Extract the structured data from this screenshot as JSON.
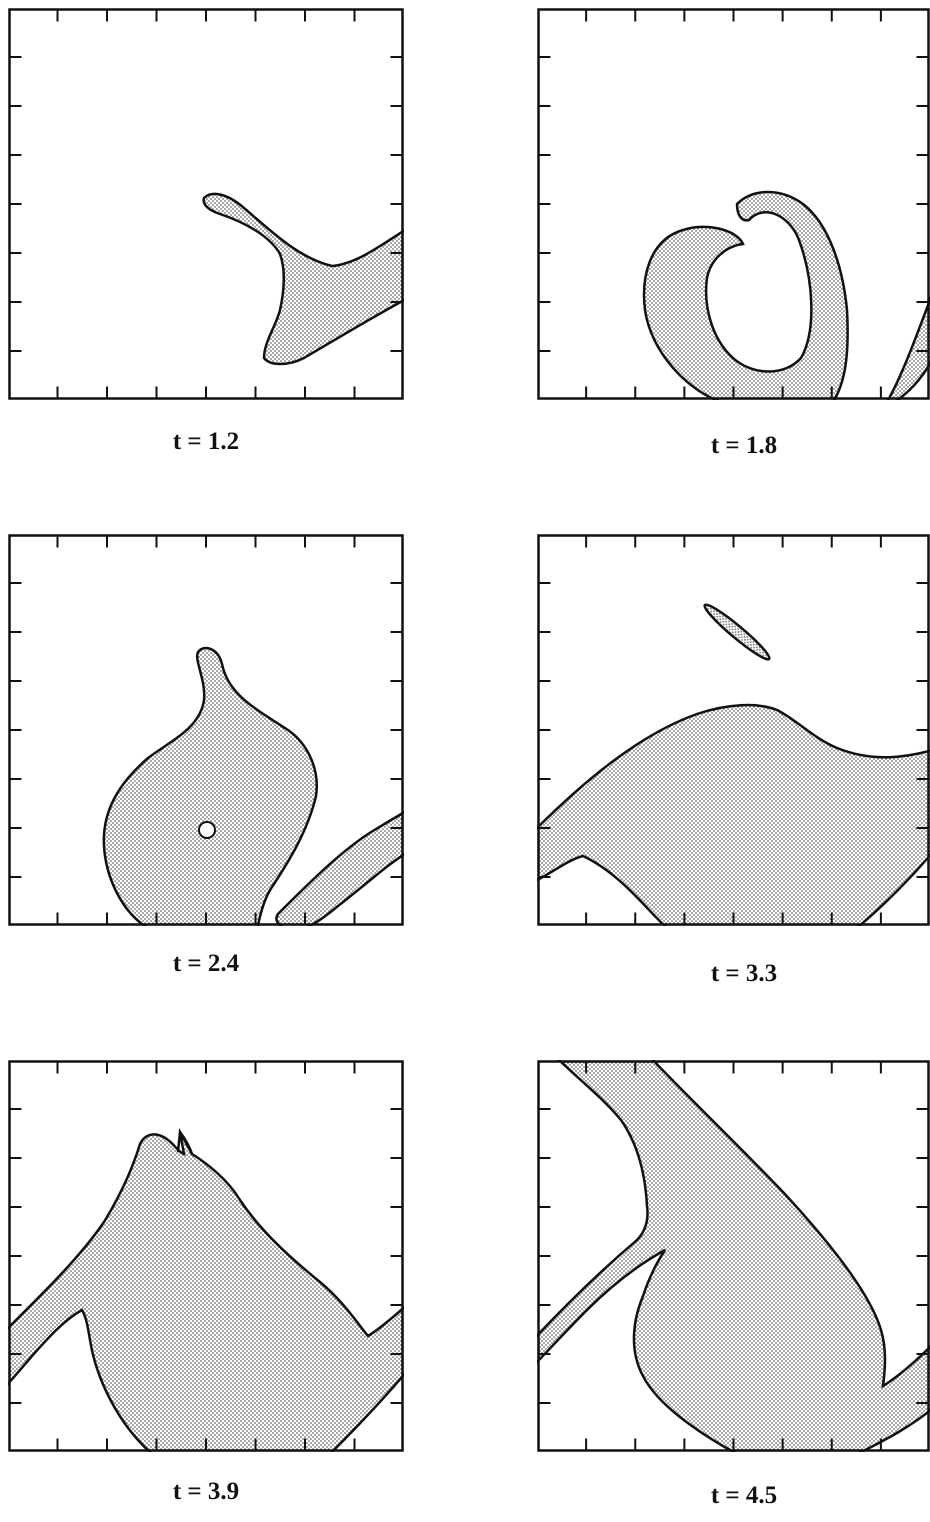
{
  "figure": {
    "panels": [
      {
        "id": "p1",
        "caption": "t = 1.2"
      },
      {
        "id": "p2",
        "caption": "t = 1.8"
      },
      {
        "id": "p3",
        "caption": "t = 2.4"
      },
      {
        "id": "p4",
        "caption": "t = 3.3"
      },
      {
        "id": "p5",
        "caption": "t = 3.9"
      },
      {
        "id": "p6",
        "caption": "t = 4.5"
      }
    ],
    "colors": {
      "ink": "#111111",
      "fill_dots": "#6d6d6d",
      "background": "#ffffff"
    }
  }
}
